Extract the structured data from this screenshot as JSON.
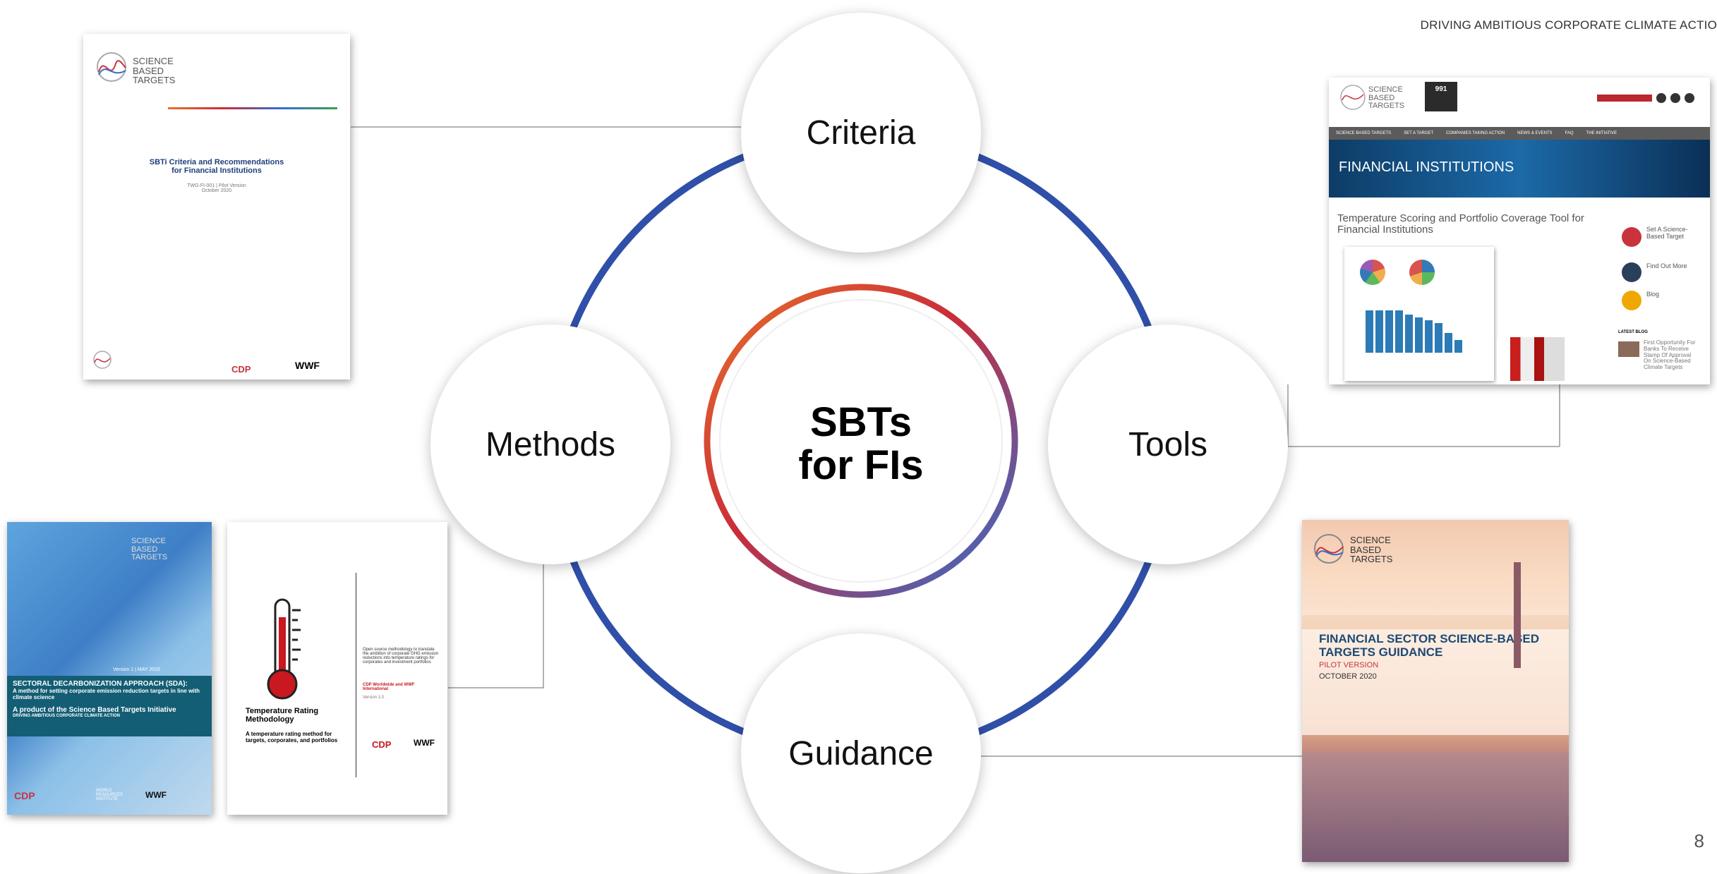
{
  "header": {
    "tagline": "DRIVING AMBITIOUS CORPORATE CLIMATE ACTIO"
  },
  "page_number": "8",
  "diagram": {
    "center_label": "SBTs for FIs",
    "nodes": {
      "top": "Criteria",
      "left": "Methods",
      "right": "Tools",
      "bottom": "Guidance"
    },
    "colors": {
      "ring": "#2f4fa8",
      "center_gradient": [
        "#e8502a",
        "#c92c3a",
        "#2f6fd1"
      ]
    }
  },
  "doc_criteria": {
    "brand": [
      "SCIENCE",
      "BASED",
      "TARGETS"
    ],
    "title_line1": "SBTi Criteria and Recommendations",
    "title_line2": "for Financial Institutions",
    "subtitle1": "TWG-FI-001 | Pilot Version",
    "subtitle2": "October 2020"
  },
  "doc_sda": {
    "brand": [
      "SCIENCE",
      "BASED",
      "TARGETS"
    ],
    "version": "Version 1 | MAY 2015",
    "title": "SECTORAL DECARBONIZATION APPROACH (SDA):",
    "sub": "A method for setting corporate emission reduction targets in line with climate science",
    "product": "A product of the Science Based Targets Initiative",
    "tagline": "DRIVING AMBITIOUS CORPORATE CLIMATE ACTION",
    "logos": [
      "CDP",
      "WORLD RESOURCES INSTITUTE",
      "WWF"
    ]
  },
  "doc_temp": {
    "title": "Temperature Rating Methodology",
    "sub": "A temperature rating method for targets, corporates, and portfolios",
    "side_text": "Open source methodology to translate the ambition of corporate GHG emission reductions into temperature ratings for corporates and investment portfolios",
    "side_author": "CDP Worldwide and WWF International",
    "side_version": "Version 1.0",
    "logos": [
      "CDP",
      "WWF"
    ]
  },
  "doc_website": {
    "brand": [
      "SCIENCE",
      "BASED",
      "TARGETS"
    ],
    "counter": "991",
    "nav": [
      "SCIENCE BASED TARGETS",
      "SET A TARGET",
      "COMPANIES TAKING ACTION",
      "NEWS & EVENTS",
      "FAQ",
      "THE INITIATIVE"
    ],
    "banner": "FINANCIAL INSTITUTIONS",
    "heading": "Temperature Scoring and Portfolio Coverage Tool for Financial Institutions",
    "side_links": [
      "Set A Science-Based Target",
      "Find Out More",
      "Blog"
    ],
    "latest_blog": "LATEST BLOG",
    "blog_item": "First Opportunity For Banks To Receive Stamp Of Approval On Science-Based Climate Targets"
  },
  "doc_guidance": {
    "brand": [
      "SCIENCE",
      "BASED",
      "TARGETS"
    ],
    "title": "FINANCIAL SECTOR SCIENCE-BASED TARGETS GUIDANCE",
    "version": "PILOT VERSION",
    "date": "OCTOBER 2020"
  }
}
